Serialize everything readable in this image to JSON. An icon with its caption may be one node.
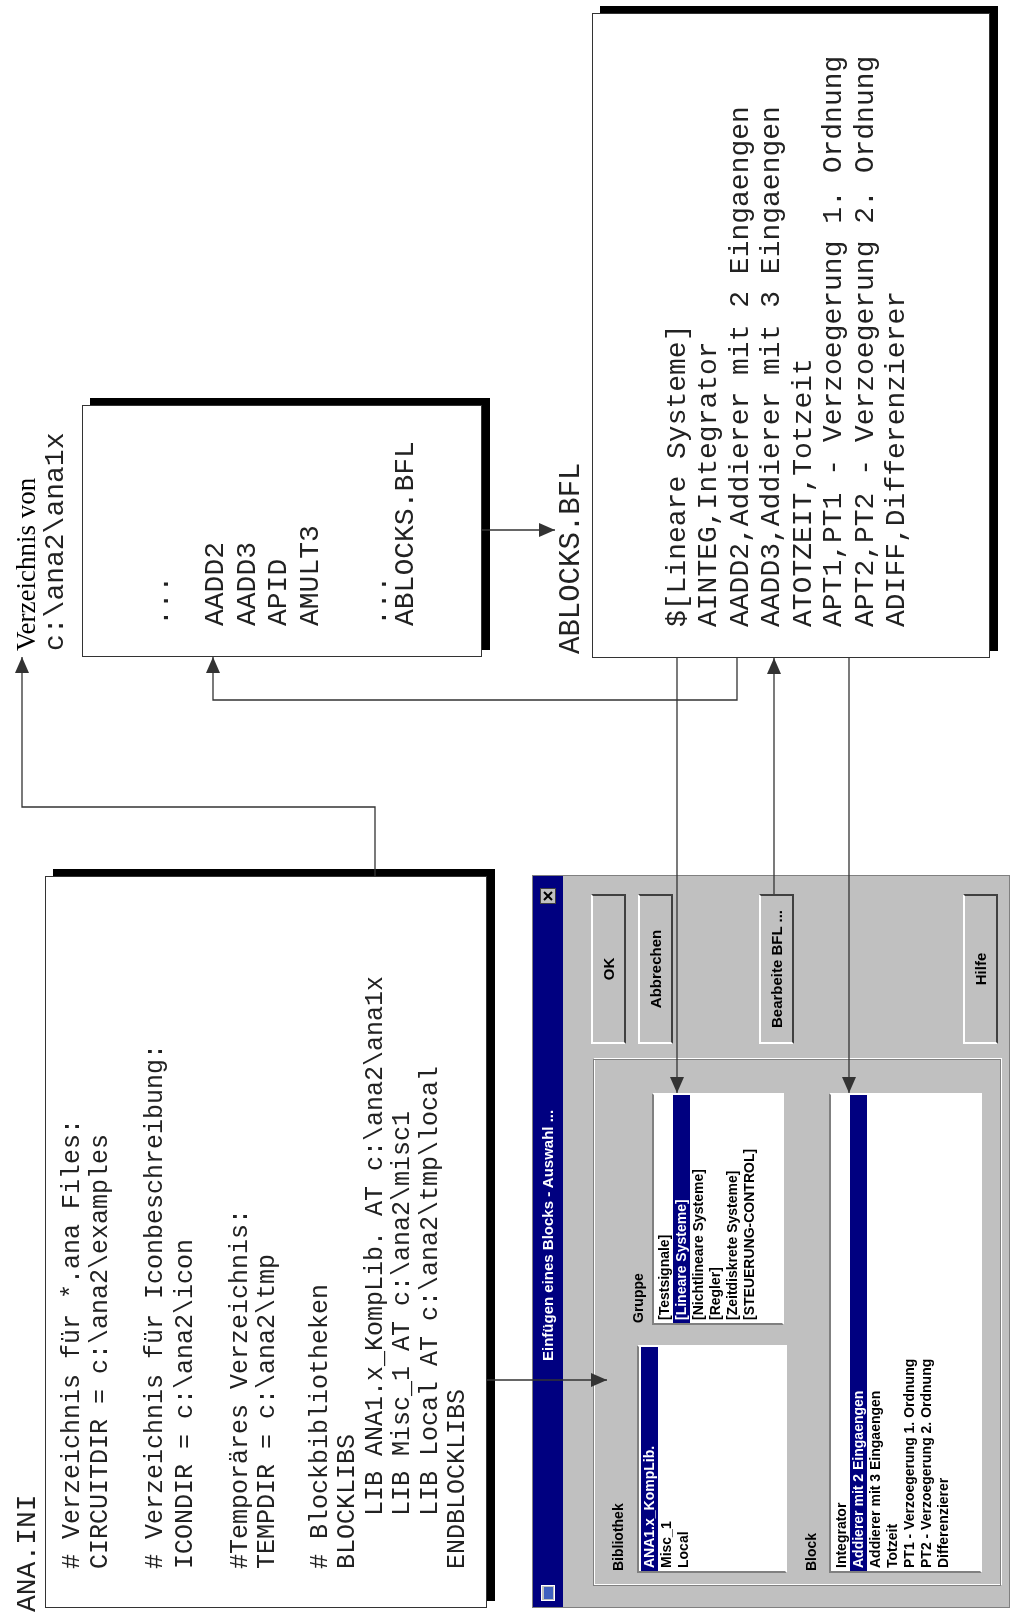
{
  "diagram": {
    "nodes": [
      {
        "text": [
          "ANA.INI",
          "# Verzeichnis für *.ana Files:",
          "CIRCUITDIR = c:\\ana2\\examples",
          "# Verzeichnis für Iconbeschreibung:",
          "ICONDIR = c:\\ana2\\icon",
          "#Temporäres Verzeichnis:",
          "TEMPDIR = c:\\ana2\\tmp",
          "# Blockbibliotheken",
          "BLOCKLIBS",
          "LIB ANA1.x_KompLib. AT c:\\ana2\\ana1x",
          "LIB Misc_1 AT c:\\ana2\\misc1",
          "LIB Local AT c:\\ana2\\tmp\\local",
          "ENDBLOCKLIBS"
        ]
      },
      {
        "text": [
          "Verzeichnis von",
          "c:\\ana2\\ana1x",
          "...",
          "AADD2",
          "AADD3",
          "APID",
          "AMULT3",
          "...",
          "ABLOCKS.BFL"
        ]
      },
      {
        "text": [
          "ABLOCKS.BFL",
          "$[Lineare Systeme]",
          "AINTEG,Integrator",
          "AADD2,Addierer mit 2 Eingaengen",
          "AADD3,Addierer mit 3 Eingaengen",
          "ATOTZEIT,Totzeit",
          "APT1,PT1 - Verzoegerung 1. Ordnung",
          "APT2,PT2 - Verzoegerung 2. Ordnung",
          "ADIFF,Differenzierer"
        ]
      },
      {
        "text": [
          "Einfügen eines Blocks - Auswahl ..."
        ]
      },
      {
        "text": [],
        "shape": "box",
        "in": 3
      },
      {
        "text": [
          "Bibliothek",
          "ANA1.x_KompLib.",
          "Misc_1",
          "Local"
        ],
        "in": 4
      },
      {
        "text": [
          "Gruppe",
          "[Testsignale]",
          "[Lineare Systeme]",
          "[Nichtlineare Systeme]",
          "[Regler]",
          "[Zeitdiskrete Systeme]",
          "[STEUERUNG-CONTROL]"
        ],
        "in": 4
      },
      {
        "text": [
          "Block",
          "Integrator",
          "Addierer mit 2 Eingaengen",
          "Addierer mit 3 Eingaengen",
          "Totzeit",
          "PT1 - Verzoegerung 1. Ordnung",
          "PT2 - Verzoegerung 2. Ordnung",
          "Differenzierer"
        ],
        "in": 4
      },
      {
        "text": [
          "OK"
        ],
        "in": 3
      },
      {
        "text": [
          "Abbrechen"
        ],
        "in": 3
      },
      {
        "text": [
          "Bearbeite BFL ..."
        ],
        "in": 3
      },
      {
        "text": [
          "Hilfe"
        ],
        "in": 3
      }
    ],
    "edges": [
      {
        "from": 0,
        "to": 1,
        "arrow": "to"
      },
      {
        "from": 1,
        "to": 2,
        "arrow": "to"
      },
      {
        "from": 2,
        "to": 1,
        "arrow": "to"
      },
      {
        "from": 0,
        "to": 5,
        "arrow": "to"
      },
      {
        "from": 2,
        "to": 6,
        "arrow": "to"
      },
      {
        "from": 2,
        "to": 7,
        "arrow": "to"
      },
      {
        "from": 10,
        "to": 2,
        "arrow": "to"
      }
    ]
  }
}
